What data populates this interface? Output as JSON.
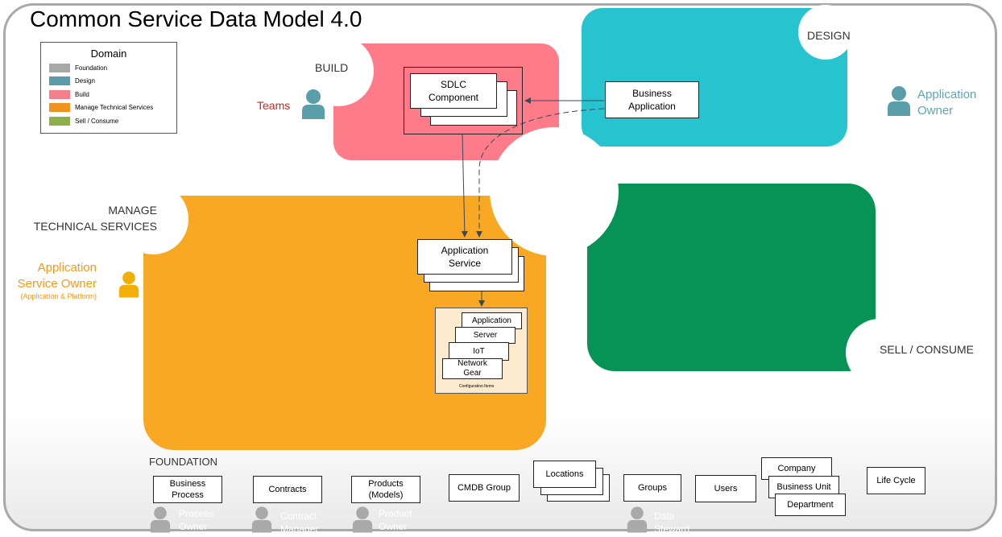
{
  "title": "Common Service Data Model 4.0",
  "legend": {
    "title": "Domain",
    "items": [
      {
        "label": "Foundation",
        "color": "#a8a8a8"
      },
      {
        "label": "Design",
        "color": "#5b9aa8"
      },
      {
        "label": "Build",
        "color": "#f47f8b"
      },
      {
        "label": "Manage Technical Services",
        "color": "#f0921e"
      },
      {
        "label": "Sell / Consume",
        "color": "#8db04a"
      }
    ]
  },
  "colors": {
    "build": "#fe7b89",
    "design": "#27c3cf",
    "manage": "#f8a822",
    "sell": "#079355",
    "teams": "#e0201c",
    "app_owner": "#5ea5b5",
    "service_owner": "#f49a18",
    "person_gray": "#a9a9a9",
    "person_teal": "#5a9ea9",
    "person_orange": "#f2ae09"
  },
  "zones": {
    "build": "BUILD",
    "design": "DESIGN",
    "manage_line1": "MANAGE",
    "manage_line2": "TECHNICAL SERVICES",
    "sell": "SELL / CONSUME",
    "foundation": "FOUNDATION"
  },
  "roles": {
    "teams": "Teams",
    "app_owner_line1": "Application",
    "app_owner_line2": "Owner",
    "service_owner_line1": "Application",
    "service_owner_line2": "Service Owner",
    "service_owner_note": "(Application & Platform)"
  },
  "boxes": {
    "sdlc_line1": "SDLC",
    "sdlc_line2": "Component",
    "business_app_line1": "Business",
    "business_app_line2": "Application",
    "app_service_line1": "Application",
    "app_service_line2": "Service",
    "ci_application": "Application",
    "ci_server": "Server",
    "ci_iot": "IoT",
    "ci_network_line1": "Network",
    "ci_network_line2": "Gear",
    "ci_caption": "Configuration Items"
  },
  "foundation": {
    "business_process_line1": "Business",
    "business_process_line2": "Process",
    "contracts": "Contracts",
    "products_line1": "Products",
    "products_line2": "(Models)",
    "cmdb_group": "CMDB Group",
    "locations": "Locations",
    "groups": "Groups",
    "users": "Users",
    "company": "Company",
    "business_unit": "Business Unit",
    "department": "Department",
    "life_cycle": "Life Cycle",
    "role_process_owner_line1": "Process",
    "role_process_owner_line2": "Owner",
    "role_contract_manager_line1": "Contract",
    "role_contract_manager_line2": "Manager",
    "role_product_owner_line1": "Product",
    "role_product_owner_line2": "Owner",
    "role_data_steward_line1": "Data",
    "role_data_steward_line2": "Steward"
  }
}
